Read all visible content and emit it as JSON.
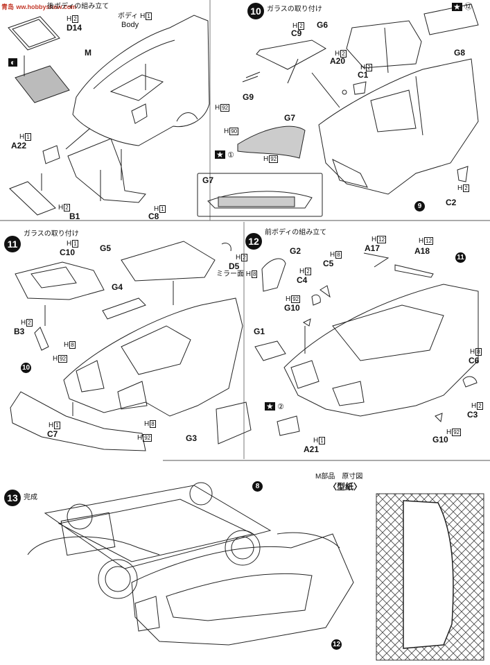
{
  "watermark": {
    "text": "青岛",
    "site": "ww.hobbyshow.com"
  },
  "steps": {
    "s9": {
      "title": "後ボディの組み立て"
    },
    "s10": {
      "number": "10",
      "title": "ガラスの取り付け"
    },
    "s11": {
      "number": "11",
      "title": "ガラスの取り付け"
    },
    "s12": {
      "number": "12",
      "title": "前ボディの組み立て"
    },
    "s13": {
      "number": "13",
      "title": "完成"
    }
  },
  "refs": {
    "r9": "9",
    "r10": "10",
    "r11": "11",
    "r8": "8",
    "r12": "12",
    "star1": "①",
    "star2": "②",
    "star12": "⑫"
  },
  "parts": {
    "D14": "D14",
    "M": "M",
    "body_jp": "ボディ",
    "body_en": "Body",
    "A22": "A22",
    "B1": "B1",
    "C8": "C8",
    "G6": "G6",
    "C9": "C9",
    "A20": "A20",
    "C1": "C1",
    "G9": "G9",
    "G7": "G7",
    "G8": "G8",
    "C2": "C2",
    "G7b": "G7",
    "C10": "C10",
    "G5": "G5",
    "D5": "D5",
    "mirror": "ミラー面",
    "G4": "G4",
    "B3": "B3",
    "C7": "C7",
    "G3": "G3",
    "G2": "G2",
    "A17": "A17",
    "A18": "A18",
    "C5": "C5",
    "C4": "C4",
    "G10": "G10",
    "G1": "G1",
    "C6": "C6",
    "C3": "C3",
    "G10b": "G10",
    "A21": "A21"
  },
  "h": {
    "H": "H",
    "n1": "1",
    "n2": "2",
    "n8": "8",
    "n12": "12",
    "n90": "90",
    "n92": "92"
  },
  "template": {
    "title": "M部品　原寸図",
    "subtitle": "〈型紙〉"
  }
}
